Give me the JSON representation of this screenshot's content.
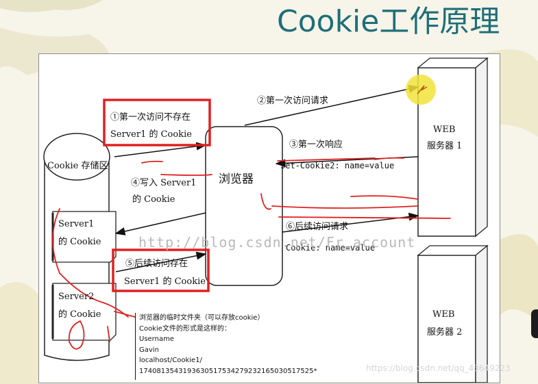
{
  "slide": {
    "title": "Cookie工作原理"
  },
  "diagram": {
    "box1": {
      "line1": "①第一次访问不存在",
      "line2": "Server1 的 Cookie"
    },
    "box5": {
      "line1": "⑤后续访问存在",
      "line2": "Server1 的 Cookie"
    },
    "cookie_store": "Cookie 存储区",
    "browser": "浏览器",
    "server1": {
      "line1": "WEB",
      "line2": "服务器 1"
    },
    "server2": {
      "line1": "WEB",
      "line2": "服务器 2"
    },
    "step2": "②第一次访问请求",
    "step3": "③第一次响应",
    "step3_header": "Set-Cookie2: name=value",
    "step4": {
      "line1": "④写入 Server1",
      "line2": "的 Cookie"
    },
    "step6": "⑥后续访问请求",
    "step6_header": "Cookie: name=value",
    "file1": {
      "line1": "Server1",
      "line2": "的 Cookie"
    },
    "file2": {
      "line1": "Server2",
      "line2": "的 Cookie"
    },
    "watermark": "http://blog.csdn.net/Fr_account"
  },
  "note": {
    "lines": [
      "浏览器的临时文件夹（可以存放cookie）",
      "Cookie文件的形式是这样的：",
      "Username",
      "Gavin",
      "localhost/Cookie1/",
      "1740813543193630517534279232165030517525*"
    ]
  },
  "footer": {
    "csdn_watermark": "https://blog.csdn.net/qq_43649223"
  },
  "colors": {
    "title": "#1e6f78",
    "highlight_red": "#e02020",
    "cursor_yellow": "#f2e33a"
  }
}
